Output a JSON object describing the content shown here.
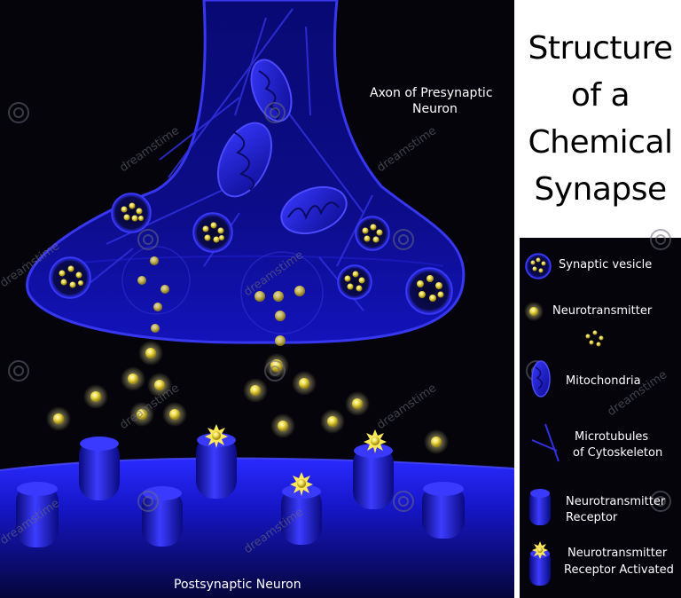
{
  "title": {
    "line1": "Structure",
    "line2": "of a",
    "line3": "Chemical",
    "line4": "Synapse"
  },
  "labels": {
    "presynaptic_line1": "Axon of Presynaptic",
    "presynaptic_line2": "Neuron",
    "postsynaptic": "Postsynaptic Neuron"
  },
  "legend": {
    "vesicle": "Synaptic vesicle",
    "neurotransmitter": "Neurotransmitter",
    "mitochondria": "Mitochondria",
    "microtubules_line1": "Microtubules",
    "microtubules_line2": "of Cytoskeleton",
    "receptor_line1": "Neurotransmitter",
    "receptor_line2": "Receptor",
    "receptor_active_line1": "Neurotransmitter",
    "receptor_active_line2": "Receptor Activated"
  },
  "watermark": "dreamstime",
  "colors": {
    "background": "#04040a",
    "neuron_blue": "#1a1aff",
    "neurotransmitter": "#e8d84a"
  }
}
